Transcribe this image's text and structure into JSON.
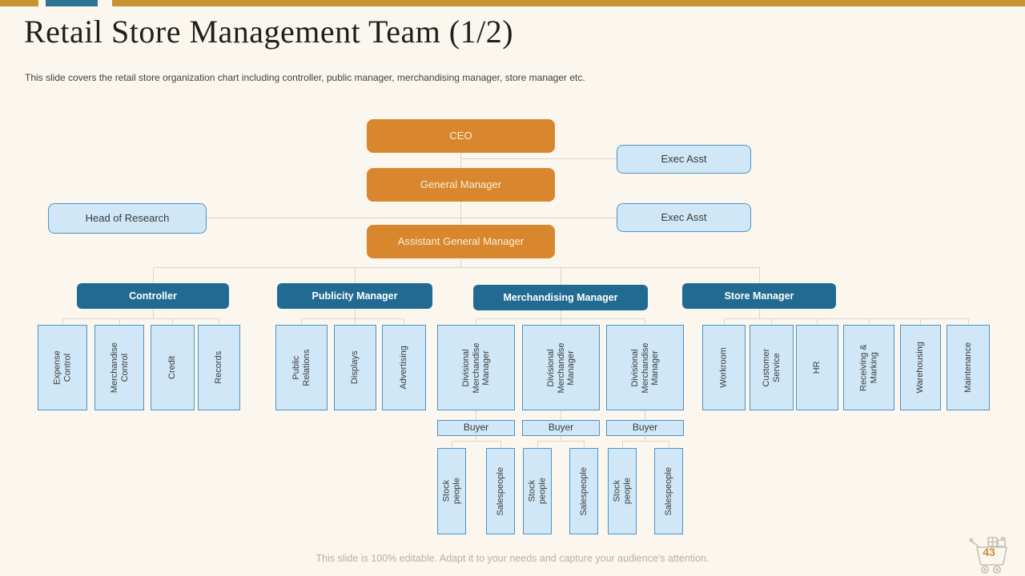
{
  "slide": {
    "title": "Retail Store Management Team (1/2)",
    "subtitle": "This slide covers the retail store organization chart including  controller, public manager, merchandising manager, store manager etc.",
    "footer_note": "This slide is 100% editable. Adapt it to your needs and capture your audience's attention.",
    "page_number": "43"
  },
  "colors": {
    "background": "#fbf7ef",
    "accent_gold": "#c9932f",
    "accent_teal": "#2e7294",
    "orange_node": "#d8872f",
    "teal_node": "#216a91",
    "light_node_fill": "#cfe7f6",
    "light_node_border": "#4f93c5",
    "connector": "#dad6ce"
  },
  "icons": {
    "shopping_cart": "shopping-cart-icon"
  },
  "org_chart": {
    "ceo": "CEO",
    "general_manager": "General Manager",
    "assistant_general_manager": "Assistant General Manager",
    "exec_asst_top": "Exec Asst",
    "exec_asst_bottom": "Exec Asst",
    "head_of_research": "Head of Research",
    "controller": {
      "label": "Controller",
      "children": [
        "Expense Control",
        "Merchandise Control",
        "Credit",
        "Records"
      ]
    },
    "publicity_manager": {
      "label": "Publicity Manager",
      "children": [
        "Public Relations",
        "Displays",
        "Advertising"
      ]
    },
    "merchandising_manager": {
      "label": "Merchandising Manager",
      "divisional_manager": "Divisional Merchandise Manager",
      "buyer": "Buyer",
      "buyer_children": [
        "Stock people",
        "Salespeople"
      ]
    },
    "store_manager": {
      "label": "Store Manager",
      "children": [
        "Workroom",
        "Customer Service",
        "HR",
        "Receiving & Marking",
        "Warehousing",
        "Maintenance"
      ]
    }
  }
}
